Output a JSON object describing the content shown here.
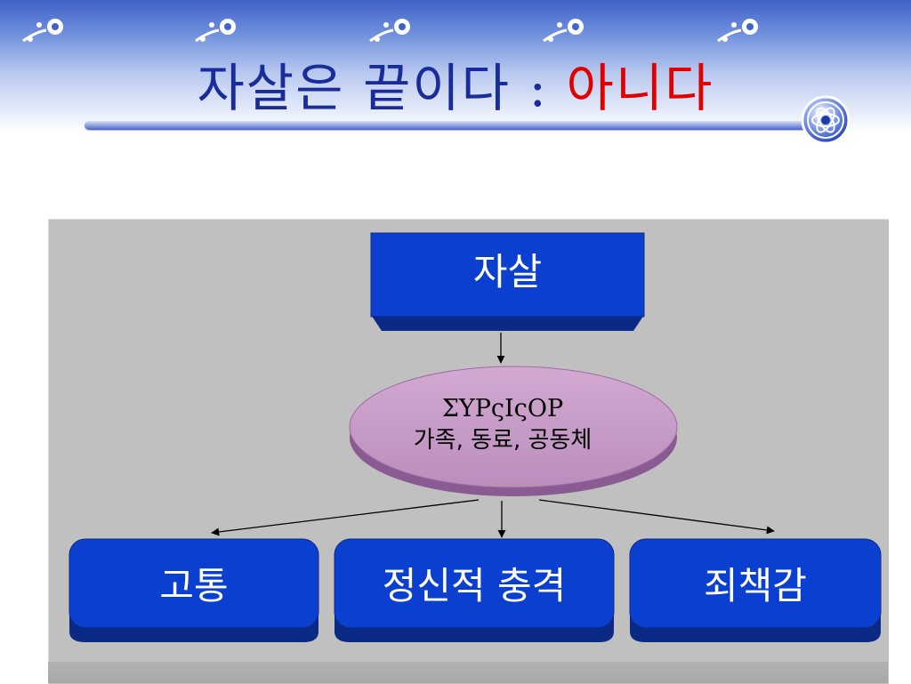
{
  "header": {
    "title_main": "자살은 끝이다 : ",
    "title_emphasis": "아니다",
    "decorations": [
      "flower-icon",
      "flower-icon",
      "flower-icon",
      "flower-icon",
      "flower-icon"
    ],
    "badge_icon": "atom-icon"
  },
  "diagram": {
    "top_box": {
      "label": "자살"
    },
    "ellipse": {
      "line1": "ΣΥΡςΙςΟΡ",
      "line2": "가족, 동료, 공동체"
    },
    "bottom_boxes": [
      {
        "label": "고통"
      },
      {
        "label": "정신적 충격"
      },
      {
        "label": "죄책감"
      }
    ]
  },
  "colors": {
    "box_fill": "#0a3fd0",
    "box_edge": "#0b2a86",
    "ellipse_fill": "#c79ac6",
    "ellipse_edge": "#8a5a92",
    "panel": "#c0c0c0",
    "title_blue": "#1a2c9a",
    "title_red": "#e00000"
  }
}
